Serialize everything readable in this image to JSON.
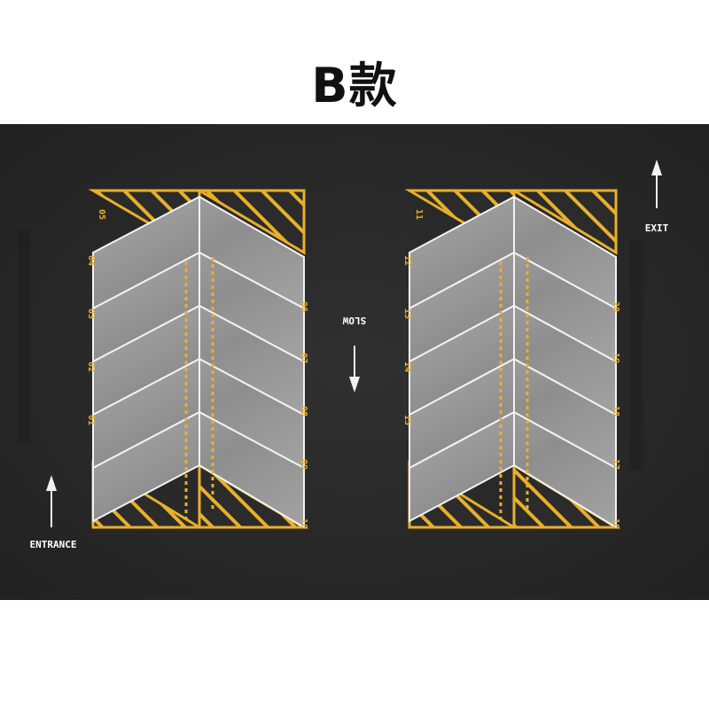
{
  "title": "B款",
  "signs": {
    "entrance": "ENTRANCE",
    "exit": "EXIT",
    "slow": "SLOW"
  },
  "left_lot": {
    "left_numbers": [
      "05",
      "04",
      "03",
      "02",
      "01"
    ],
    "right_numbers": [
      "06",
      "07",
      "08",
      "09",
      "10"
    ]
  },
  "right_lot": {
    "left_numbers": [
      "11",
      "12",
      "13",
      "14",
      "15"
    ],
    "right_numbers": [
      "20",
      "19",
      "18",
      "17",
      "16"
    ]
  },
  "colors": {
    "asphalt": "#2b2b2b",
    "hazard_yellow": "#e8b02a",
    "line_white": "#f2f2f2",
    "space_grey": "#9a9a9a"
  }
}
